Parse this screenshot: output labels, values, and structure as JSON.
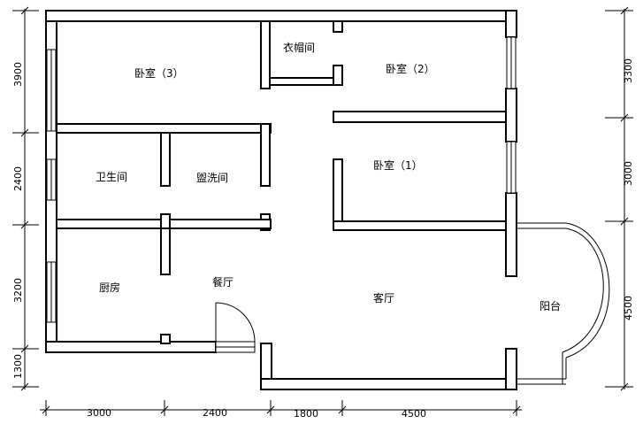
{
  "rooms": {
    "bedroom3": "卧室（3）",
    "closet": "衣帽间",
    "bedroom2": "卧室（2）",
    "bathroom": "卫生间",
    "washroom": "盥洗间",
    "bedroom1": "卧室（1）",
    "kitchen": "厨房",
    "dining": "餐厅",
    "living": "客厅",
    "balcony": "阳台"
  },
  "dimensions": {
    "bottom": [
      "3000",
      "2400",
      "1800",
      "4500"
    ],
    "left": [
      "3900",
      "2400",
      "3200",
      "1300"
    ],
    "right": [
      "3300",
      "3000",
      "4500"
    ]
  }
}
